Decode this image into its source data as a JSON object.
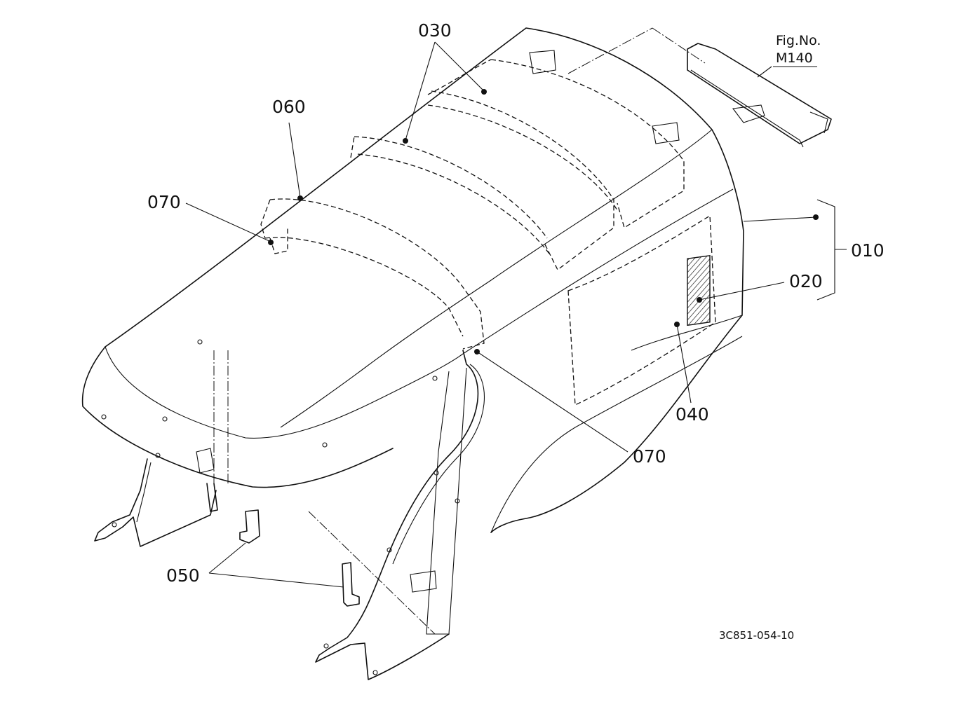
{
  "diagram": {
    "callouts": {
      "p010": "010",
      "p020": "020",
      "p030": "030",
      "p040": "040",
      "p050": "050",
      "p060": "060",
      "p070_left": "070",
      "p070_right": "070"
    },
    "figure_ref": {
      "line1": "Fig.No.",
      "line2": "M140"
    },
    "drawing_code": "3C851-054-10"
  }
}
